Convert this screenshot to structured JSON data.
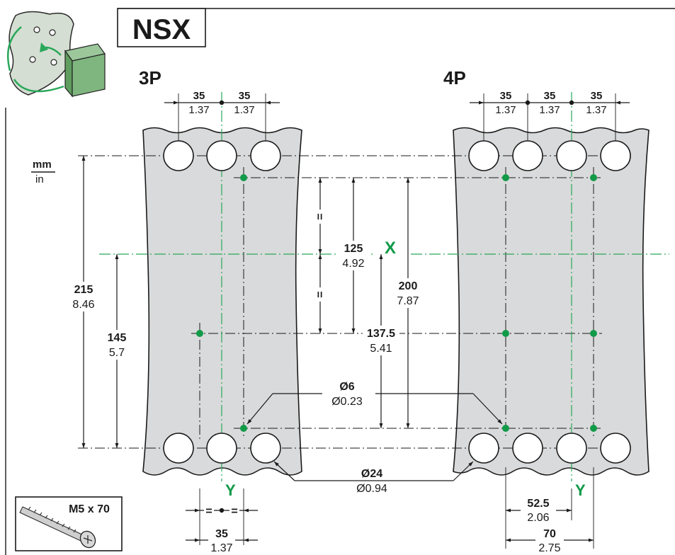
{
  "title": "NSX",
  "unit_top": "mm",
  "unit_bottom": "in",
  "label_3p": "3P",
  "label_4p": "4P",
  "axis_x": "X",
  "axis_y_3p": "Y",
  "axis_y_4p": "Y",
  "screw": "M5 x 70",
  "dims": {
    "d35_a_mm": "35",
    "d35_a_in": "1.37",
    "d35_b_mm": "35",
    "d35_b_in": "1.37",
    "d35_c_mm": "35",
    "d35_c_in": "1.37",
    "d35_d_mm": "35",
    "d35_d_in": "1.37",
    "d35_e_mm": "35",
    "d35_e_in": "1.37",
    "d215_mm": "215",
    "d215_in": "8.46",
    "d145_mm": "145",
    "d145_in": "5.7",
    "d125_mm": "125",
    "d125_in": "4.92",
    "d200_mm": "200",
    "d200_in": "7.87",
    "d1375_mm": "137.5",
    "d1375_in": "5.41",
    "dia6_mm": "Ø6",
    "dia6_in": "Ø0.23",
    "dia24_mm": "Ø24",
    "dia24_in": "Ø0.94",
    "d525_mm": "52.5",
    "d525_in": "2.06",
    "d70_mm": "70",
    "d70_in": "2.75",
    "d35_bot_mm": "35",
    "d35_bot_in": "1.37",
    "eq_symbol": "="
  },
  "colors": {
    "accent": "#119a48",
    "plate": "#d9dadb",
    "line": "#1a1a1a"
  },
  "icons": [
    "panel-drilling-icon",
    "screw-icon"
  ]
}
